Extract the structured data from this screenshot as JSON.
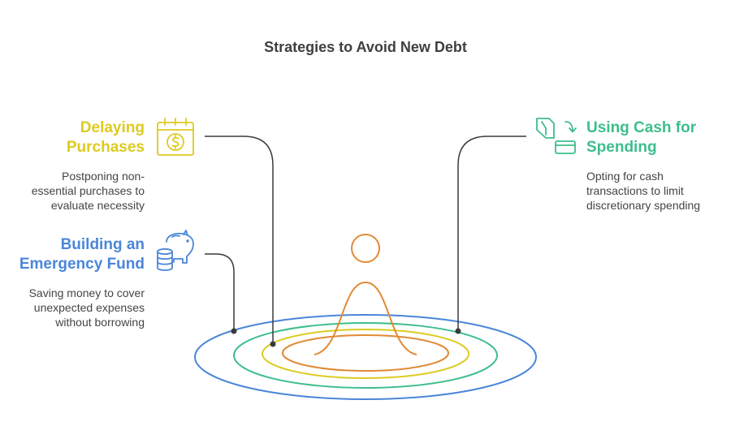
{
  "title": "Strategies to Avoid New Debt",
  "colors": {
    "yellow": "#DDCB1F",
    "blue": "#4A86D9",
    "green": "#3DBE8B",
    "orange": "#E08A34",
    "connector": "#3a3a3a",
    "text": "#444444"
  },
  "items": [
    {
      "heading_lines": [
        "Delaying",
        "Purchases"
      ],
      "description_lines": [
        "Postponing non-",
        "essential purchases to",
        "evaluate necessity"
      ],
      "icon": "calendar-dollar-icon",
      "color": "#DDCB1F"
    },
    {
      "heading_lines": [
        "Building an",
        "Emergency Fund"
      ],
      "description_lines": [
        "Saving money to cover",
        "unexpected expenses",
        "without borrowing"
      ],
      "icon": "piggy-bank-coins-icon",
      "color": "#4A86D9"
    },
    {
      "heading_lines": [
        "Using Cash for",
        "Spending"
      ],
      "description_lines": [
        "Opting for cash",
        "transactions to limit",
        "discretionary spending"
      ],
      "icon": "wallet-card-icon",
      "color": "#3DBE8B"
    }
  ]
}
